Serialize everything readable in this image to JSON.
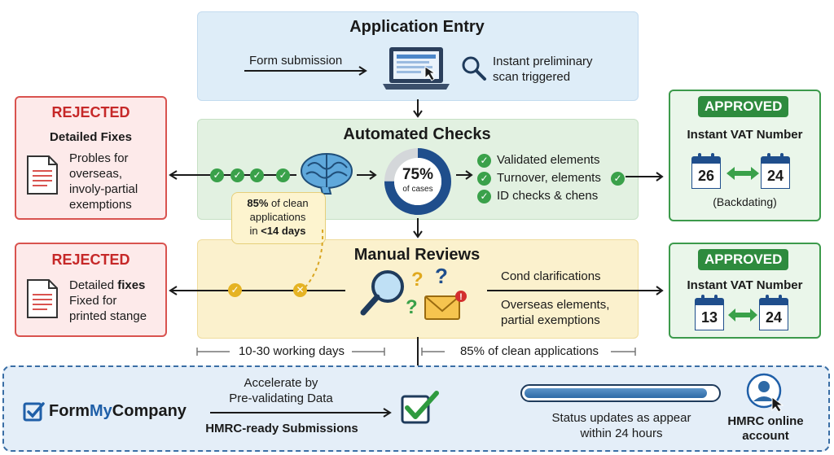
{
  "entry": {
    "title": "Application Entry",
    "form_label": "Form submission",
    "scan_label_1": "Instant preliminary",
    "scan_label_2": "scan triggered"
  },
  "automated": {
    "title": "Automated Checks",
    "percent": "75%",
    "percent_sub": "of cases",
    "checks": [
      "Validated elements",
      "Turnover, elements",
      "ID checks & chens"
    ]
  },
  "callout": {
    "line1_bold": "85%",
    "line1_rest": " of clean",
    "line2": "applications",
    "line3_pre": "in ",
    "line3_bold": "<14 days"
  },
  "manual": {
    "title": "Manual Reviews",
    "item1": "Cond clarifications",
    "item2_1": "Overseas elements,",
    "item2_2": "partial exemptions"
  },
  "rejected_top": {
    "title": "REJECTED",
    "subtitle": "Detailed Fixes",
    "lines": [
      "Probles for",
      "overseas,",
      "involy-partial",
      "exemptions"
    ]
  },
  "rejected_bottom": {
    "title": "REJECTED",
    "subtitle_pre": "Detailed ",
    "subtitle_bold": "fixes",
    "lines": [
      "Fixed for",
      "printed stange"
    ]
  },
  "approved_top": {
    "badge": "APPROVED",
    "subtitle": "Instant VAT Number",
    "cal_left": "26",
    "cal_right": "24",
    "note": "(Backdating)"
  },
  "approved_bottom": {
    "badge": "APPROVED",
    "subtitle": "Instant VAT Number",
    "cal_left": "13",
    "cal_right": "24"
  },
  "timeline": {
    "left": "10-30 working days",
    "right": "85% of clean applications"
  },
  "bottom": {
    "brand_pre": "Form",
    "brand_my": "My",
    "brand_post": "Company",
    "accelerate_1": "Accelerate by",
    "accelerate_2": "Pre-validating Data",
    "hmrc_ready": "HMRC-ready Submissions",
    "status_1": "Status updates as appear",
    "status_2": "within 24 hours",
    "account_1": "HMRC online",
    "account_2": "account",
    "progress": 0.95
  },
  "colors": {
    "blue_panel": "#deedf8",
    "green_panel": "#e2f1e1",
    "yellow_panel": "#fbf1cd",
    "rejected": "#d9534f",
    "approved": "#2e8b3e",
    "brand_blue": "#1f5fa8"
  }
}
